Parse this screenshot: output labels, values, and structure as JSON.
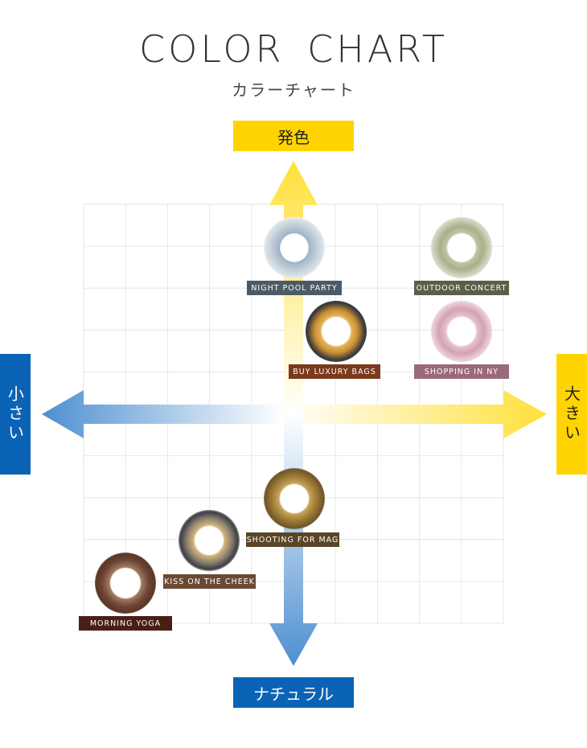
{
  "header": {
    "title": "COLOR CHART",
    "subtitle": "カラーチャート"
  },
  "axes": {
    "top": "発色",
    "bottom": "ナチュラル",
    "left": "小さい",
    "right": "大きい"
  },
  "lenses": [
    {
      "name": "NIGHT POOL PARTY",
      "label_color": "#4d5a66"
    },
    {
      "name": "OUTDOOR CONCERT",
      "label_color": "#5b5f47"
    },
    {
      "name": "BUY LUXURY BAGS",
      "label_color": "#7a3a1c"
    },
    {
      "name": "SHOPPING IN NY",
      "label_color": "#9a6a7a"
    },
    {
      "name": "SHOOTING FOR MAG",
      "label_color": "#5a4526"
    },
    {
      "name": "KISS ON THE CHEEK",
      "label_color": "#6a4a34"
    },
    {
      "name": "MORNING YOGA",
      "label_color": "#4a1e14"
    }
  ],
  "colors": {
    "yellow": "#ffd400",
    "blue": "#0b63b6"
  }
}
